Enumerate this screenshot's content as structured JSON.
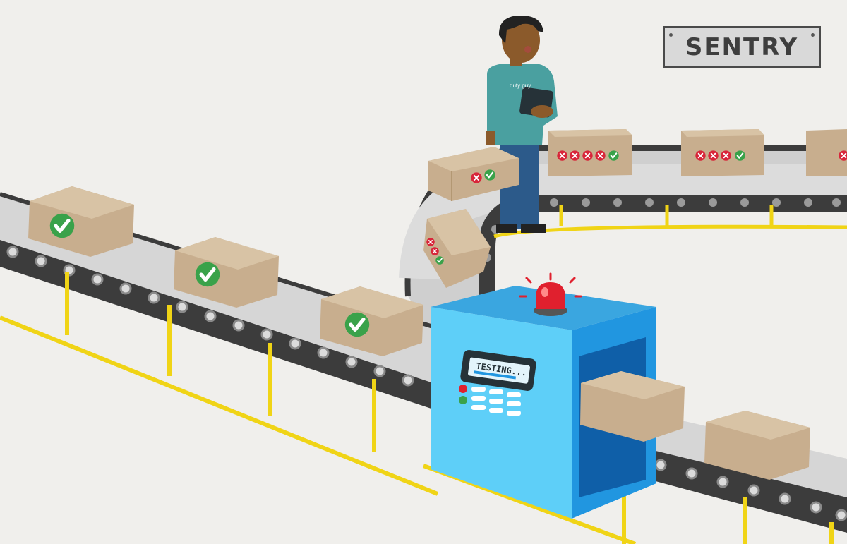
{
  "sign": {
    "text": "SENTRY"
  },
  "worker": {
    "shirt_text": "duty guy"
  },
  "machine": {
    "screen_text": "TESTING..."
  },
  "icons": {
    "pass": "check-circle-icon",
    "fail": "x-circle-icon",
    "alarm": "siren-light-icon"
  },
  "colors": {
    "background": "#f0efec",
    "box": "#c8ae8e",
    "pass": "#3aa24a",
    "fail": "#d8263a",
    "machine": "#4fc3f7",
    "alarm": "#e0202e",
    "rail": "#f0d416",
    "shirt": "#4aa0a0"
  }
}
